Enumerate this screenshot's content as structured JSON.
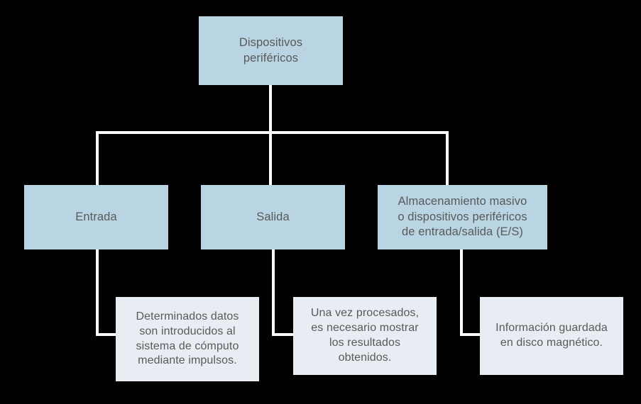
{
  "diagram": {
    "title_node": {
      "id": "dispositivos-perifericos",
      "label": "Dispositivos\nperiféricos"
    },
    "colors": {
      "background": "#000000",
      "node_fill_primary": "#b9d5e3",
      "node_fill_leaf": "#e7edf3",
      "text": "#595959",
      "connector": "#ffffff"
    },
    "branches": [
      {
        "id": "entrada",
        "label": "Entrada",
        "detail_id": "entrada-detalle",
        "detail": "Determinados datos\nson introducidos al\nsistema de cómputo\nmediante impulsos."
      },
      {
        "id": "salida",
        "label": "Salida",
        "detail_id": "salida-detalle",
        "detail": "Una vez procesados,\nes necesario mostrar\nlos resultados\nobtenidos."
      },
      {
        "id": "almacenamiento-masivo",
        "label": "Almacenamiento masivo\no dispositivos periféricos\nde entrada/salida (E/S)",
        "detail_id": "almacenamiento-detalle",
        "detail": "Información guardada\nen disco magnético."
      }
    ]
  }
}
